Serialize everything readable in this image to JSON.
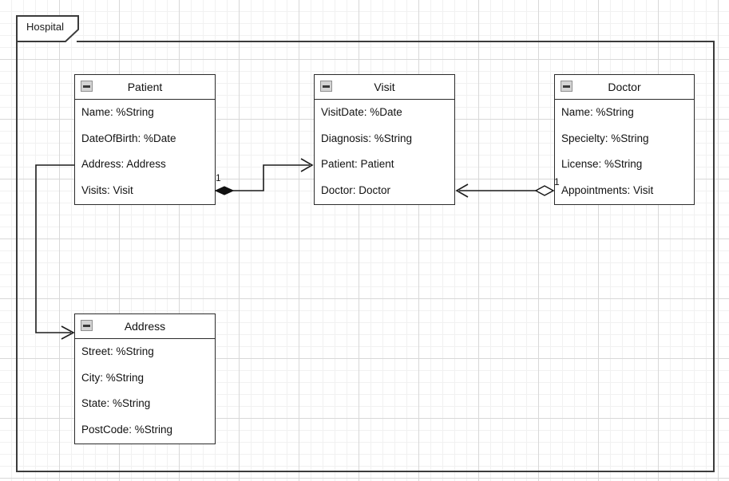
{
  "diagram": {
    "type": "uml-class-diagram",
    "package": {
      "name": "Hospital"
    },
    "colors": {
      "background": "#ffffff",
      "grid_minor": "#f1f1f1",
      "grid_major": "#d8d8d8",
      "frame_stroke": "#3b3b3b",
      "class_stroke": "#2b2b2b",
      "text": "#111111",
      "icon_fill": "#d4d4d4"
    },
    "classes": [
      {
        "id": "patient",
        "name": "Patient",
        "icon": "collapse-icon",
        "attributes": [
          "Name: %String",
          "DateOfBirth: %Date",
          "Address: Address",
          "Visits: Visit"
        ]
      },
      {
        "id": "visit",
        "name": "Visit",
        "icon": "collapse-icon",
        "attributes": [
          "VisitDate: %Date",
          "Diagnosis: %String",
          "Patient: Patient",
          "Doctor: Doctor"
        ]
      },
      {
        "id": "doctor",
        "name": "Doctor",
        "icon": "collapse-icon",
        "attributes": [
          "Name: %String",
          "Specielty: %String",
          "License: %String",
          "Appointments: Visit"
        ]
      },
      {
        "id": "address",
        "name": "Address",
        "icon": "collapse-icon",
        "attributes": [
          "Street: %String",
          "City: %String",
          "State: %String",
          "PostCode: %String"
        ]
      }
    ],
    "relationships": [
      {
        "id": "patient-visits",
        "from": "Patient",
        "to": "Visit",
        "kind": "composition",
        "source_decoration": "filled-diamond",
        "target_decoration": "open-arrow",
        "multiplicity": "1"
      },
      {
        "id": "doctor-appointments",
        "from": "Doctor",
        "to": "Visit",
        "kind": "aggregation",
        "source_decoration": "hollow-diamond",
        "target_decoration": "open-arrow",
        "multiplicity": "1"
      },
      {
        "id": "patient-address",
        "from": "Patient",
        "to": "Address",
        "kind": "association",
        "source_decoration": "none",
        "target_decoration": "open-arrow",
        "multiplicity": ""
      }
    ]
  }
}
